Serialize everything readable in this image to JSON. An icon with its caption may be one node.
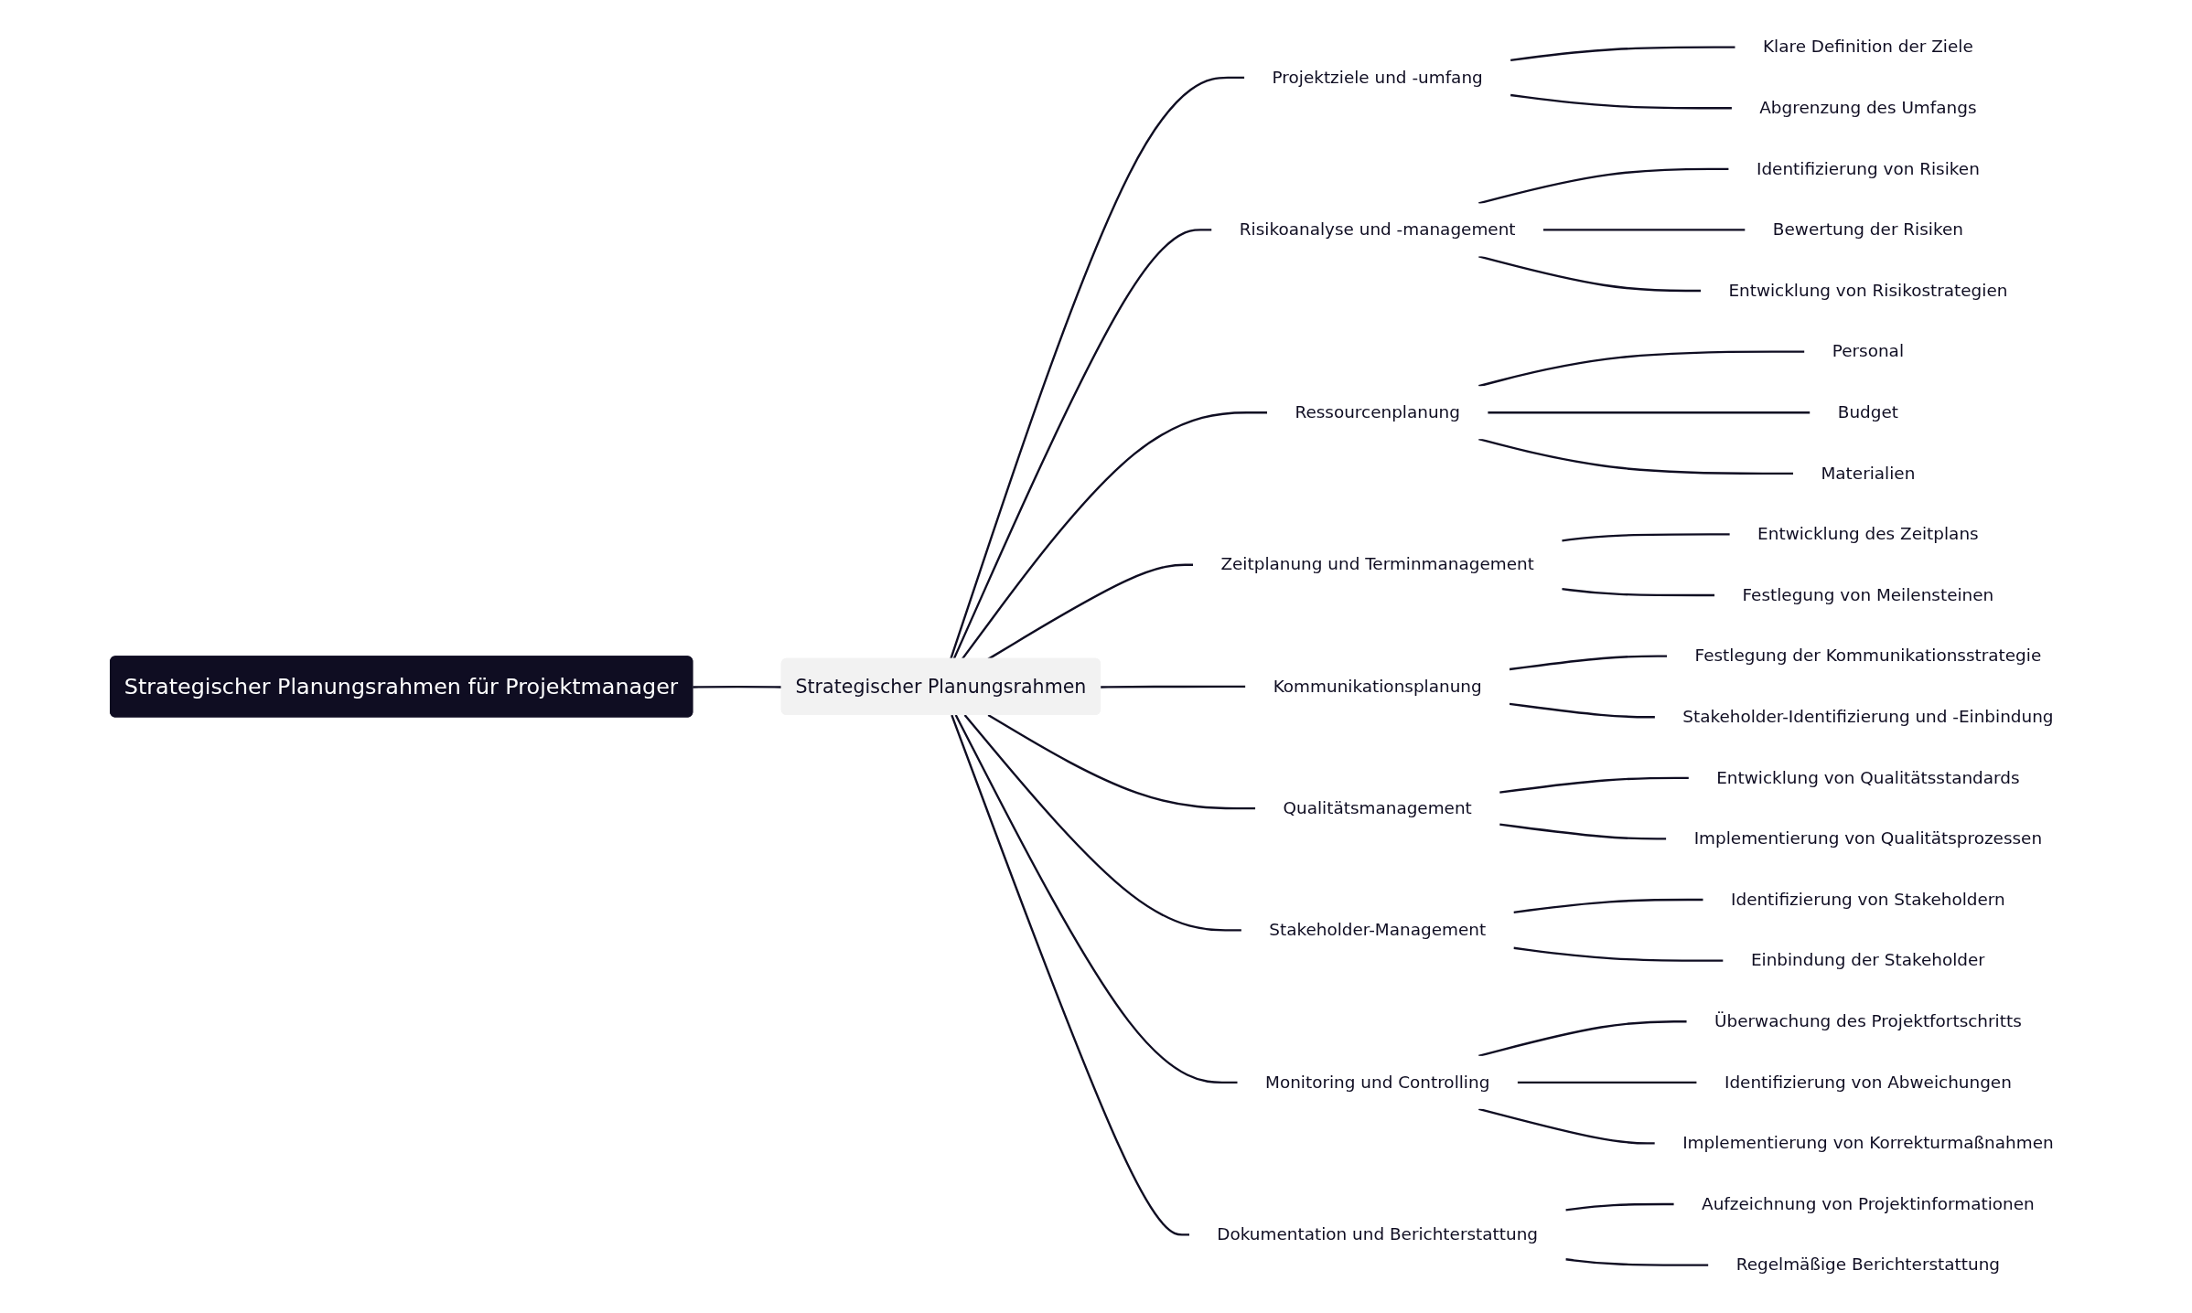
{
  "diagram": {
    "nodes": [
      {
        "text": [
          "Strategischer Planungsrahmen für Projektmanager"
        ]
      },
      {
        "text": [
          "Strategischer Planungsrahmen"
        ]
      },
      {
        "text": [
          "Projektziele und -umfang"
        ]
      },
      {
        "text": [
          "Klare Definition der Ziele"
        ]
      },
      {
        "text": [
          "Abgrenzung des Umfangs"
        ]
      },
      {
        "text": [
          "Risikoanalyse und -management"
        ]
      },
      {
        "text": [
          "Identifizierung von Risiken"
        ]
      },
      {
        "text": [
          "Bewertung der Risiken"
        ]
      },
      {
        "text": [
          "Entwicklung von Risikostrategien"
        ]
      },
      {
        "text": [
          "Ressourcenplanung"
        ]
      },
      {
        "text": [
          "Personal"
        ]
      },
      {
        "text": [
          "Budget"
        ]
      },
      {
        "text": [
          "Materialien"
        ]
      },
      {
        "text": [
          "Zeitplanung und Terminmanagement"
        ]
      },
      {
        "text": [
          "Entwicklung des Zeitplans"
        ]
      },
      {
        "text": [
          "Festlegung von Meilensteinen"
        ]
      },
      {
        "text": [
          "Kommunikationsplanung"
        ]
      },
      {
        "text": [
          "Festlegung der Kommunikationsstrategie"
        ]
      },
      {
        "text": [
          "Stakeholder-Identifizierung und -Einbindung"
        ]
      },
      {
        "text": [
          "Qualitätsmanagement"
        ]
      },
      {
        "text": [
          "Entwicklung von Qualitätsstandards"
        ]
      },
      {
        "text": [
          "Implementierung von Qualitätsprozessen"
        ]
      },
      {
        "text": [
          "Stakeholder-Management"
        ]
      },
      {
        "text": [
          "Identifizierung von Stakeholdern"
        ]
      },
      {
        "text": [
          "Einbindung der Stakeholder"
        ]
      },
      {
        "text": [
          "Monitoring und Controlling"
        ]
      },
      {
        "text": [
          "Überwachung des Projektfortschritts"
        ]
      },
      {
        "text": [
          "Identifizierung von Abweichungen"
        ]
      },
      {
        "text": [
          "Implementierung von Korrekturmaßnahmen"
        ]
      },
      {
        "text": [
          "Dokumentation und Berichterstattung"
        ]
      },
      {
        "text": [
          "Aufzeichnung von Projektinformationen"
        ]
      },
      {
        "text": [
          "Regelmäßige Berichterstattung"
        ]
      }
    ],
    "edges": [
      {
        "from": 0,
        "to": 1,
        "arrow": "none"
      },
      {
        "from": 1,
        "to": 2,
        "arrow": "none"
      },
      {
        "from": 1,
        "to": 5,
        "arrow": "none"
      },
      {
        "from": 1,
        "to": 9,
        "arrow": "none"
      },
      {
        "from": 1,
        "to": 13,
        "arrow": "none"
      },
      {
        "from": 1,
        "to": 16,
        "arrow": "none"
      },
      {
        "from": 1,
        "to": 19,
        "arrow": "none"
      },
      {
        "from": 1,
        "to": 22,
        "arrow": "none"
      },
      {
        "from": 1,
        "to": 25,
        "arrow": "none"
      },
      {
        "from": 1,
        "to": 29,
        "arrow": "none"
      },
      {
        "from": 2,
        "to": 3,
        "arrow": "none"
      },
      {
        "from": 2,
        "to": 4,
        "arrow": "none"
      },
      {
        "from": 5,
        "to": 6,
        "arrow": "none"
      },
      {
        "from": 5,
        "to": 7,
        "arrow": "none"
      },
      {
        "from": 5,
        "to": 8,
        "arrow": "none"
      },
      {
        "from": 9,
        "to": 10,
        "arrow": "none"
      },
      {
        "from": 9,
        "to": 11,
        "arrow": "none"
      },
      {
        "from": 9,
        "to": 12,
        "arrow": "none"
      },
      {
        "from": 13,
        "to": 14,
        "arrow": "none"
      },
      {
        "from": 13,
        "to": 15,
        "arrow": "none"
      },
      {
        "from": 16,
        "to": 17,
        "arrow": "none"
      },
      {
        "from": 16,
        "to": 18,
        "arrow": "none"
      },
      {
        "from": 19,
        "to": 20,
        "arrow": "none"
      },
      {
        "from": 19,
        "to": 21,
        "arrow": "none"
      },
      {
        "from": 22,
        "to": 23,
        "arrow": "none"
      },
      {
        "from": 22,
        "to": 24,
        "arrow": "none"
      },
      {
        "from": 25,
        "to": 26,
        "arrow": "none"
      },
      {
        "from": 25,
        "to": 27,
        "arrow": "none"
      },
      {
        "from": 25,
        "to": 28,
        "arrow": "none"
      },
      {
        "from": 29,
        "to": 30,
        "arrow": "none"
      },
      {
        "from": 29,
        "to": 31,
        "arrow": "none"
      }
    ]
  }
}
